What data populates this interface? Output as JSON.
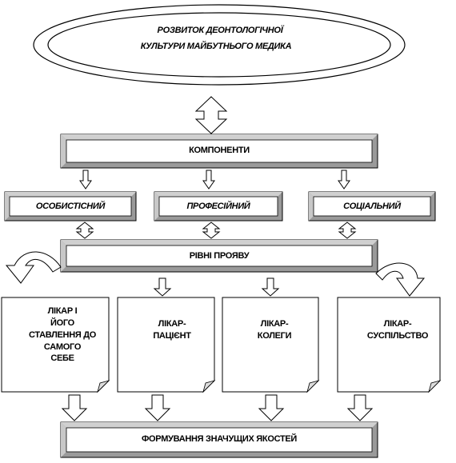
{
  "title": {
    "line1": "РОЗВИТОК ДЕОНТОЛОГІЧНОЇ",
    "line2": "КУЛЬТУРИ МАЙБУТНЬОГО МЕДИКА"
  },
  "components": {
    "label": "КОМПОНЕНТИ"
  },
  "component_types": [
    {
      "label": "ОСОБИСТІСНИЙ"
    },
    {
      "label": "ПРОФЕСІЙНИЙ"
    },
    {
      "label": "СОЦІАЛЬНИЙ"
    }
  ],
  "levels": {
    "label": "РІВНІ ПРОЯВУ"
  },
  "relations": [
    {
      "line1": "ЛІКАР І",
      "line2": "ЙОГО",
      "line3": "СТАВЛЕННЯ ДО",
      "line4": "САМОГО",
      "line5": "СЕБЕ"
    },
    {
      "line1": "ЛІКАР-",
      "line2": "ПАЦІЄНТ"
    },
    {
      "line1": "ЛІКАР-",
      "line2": "КОЛЕГИ"
    },
    {
      "line1": "ЛІКАР-",
      "line2": "СУСПІЛЬСТВО"
    }
  ],
  "result": {
    "label": "ФОРМУВАННЯ ЗНАЧУЩИХ ЯКОСТЕЙ"
  }
}
